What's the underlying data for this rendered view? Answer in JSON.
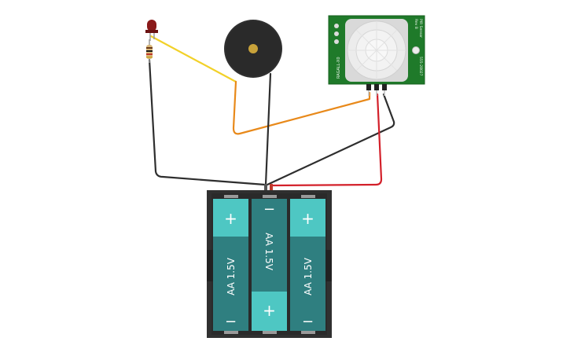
{
  "colors": {
    "background": "#ffffff",
    "wire_black": "#2e2e2e",
    "wire_yellow": "#f2d129",
    "wire_orange": "#e8891a",
    "wire_red": "#d3202a",
    "battery_holder": "#303030",
    "cell_body": "#2f7f80",
    "cell_cap": "#4ec7c3",
    "pcb_green": "#1f7a2a",
    "pir_dome": "#e8e8e8",
    "buzzer_body": "#303030",
    "buzzer_center": "#c8a23a",
    "led_red": "#8a1a1a"
  },
  "battery": {
    "cells": [
      {
        "label": "AA 1.5V",
        "top_terminal": "+",
        "bottom_terminal": "−",
        "orientation": "up"
      },
      {
        "label": "AA 1.5V",
        "top_terminal": "−",
        "bottom_terminal": "+",
        "orientation": "down"
      },
      {
        "label": "AA 1.5V",
        "top_terminal": "+",
        "bottom_terminal": "−",
        "orientation": "up"
      }
    ]
  },
  "pir": {
    "left_text": "RAGALL-X0",
    "right_text_1": "PIR Sensor",
    "right_text_2": "Rev B",
    "right_text_3": "555-28027"
  },
  "components": {
    "led": "led-icon",
    "resistor": "resistor-icon",
    "buzzer": "buzzer-icon",
    "pir_sensor": "pir-sensor-icon",
    "battery_pack": "battery-pack-icon"
  }
}
